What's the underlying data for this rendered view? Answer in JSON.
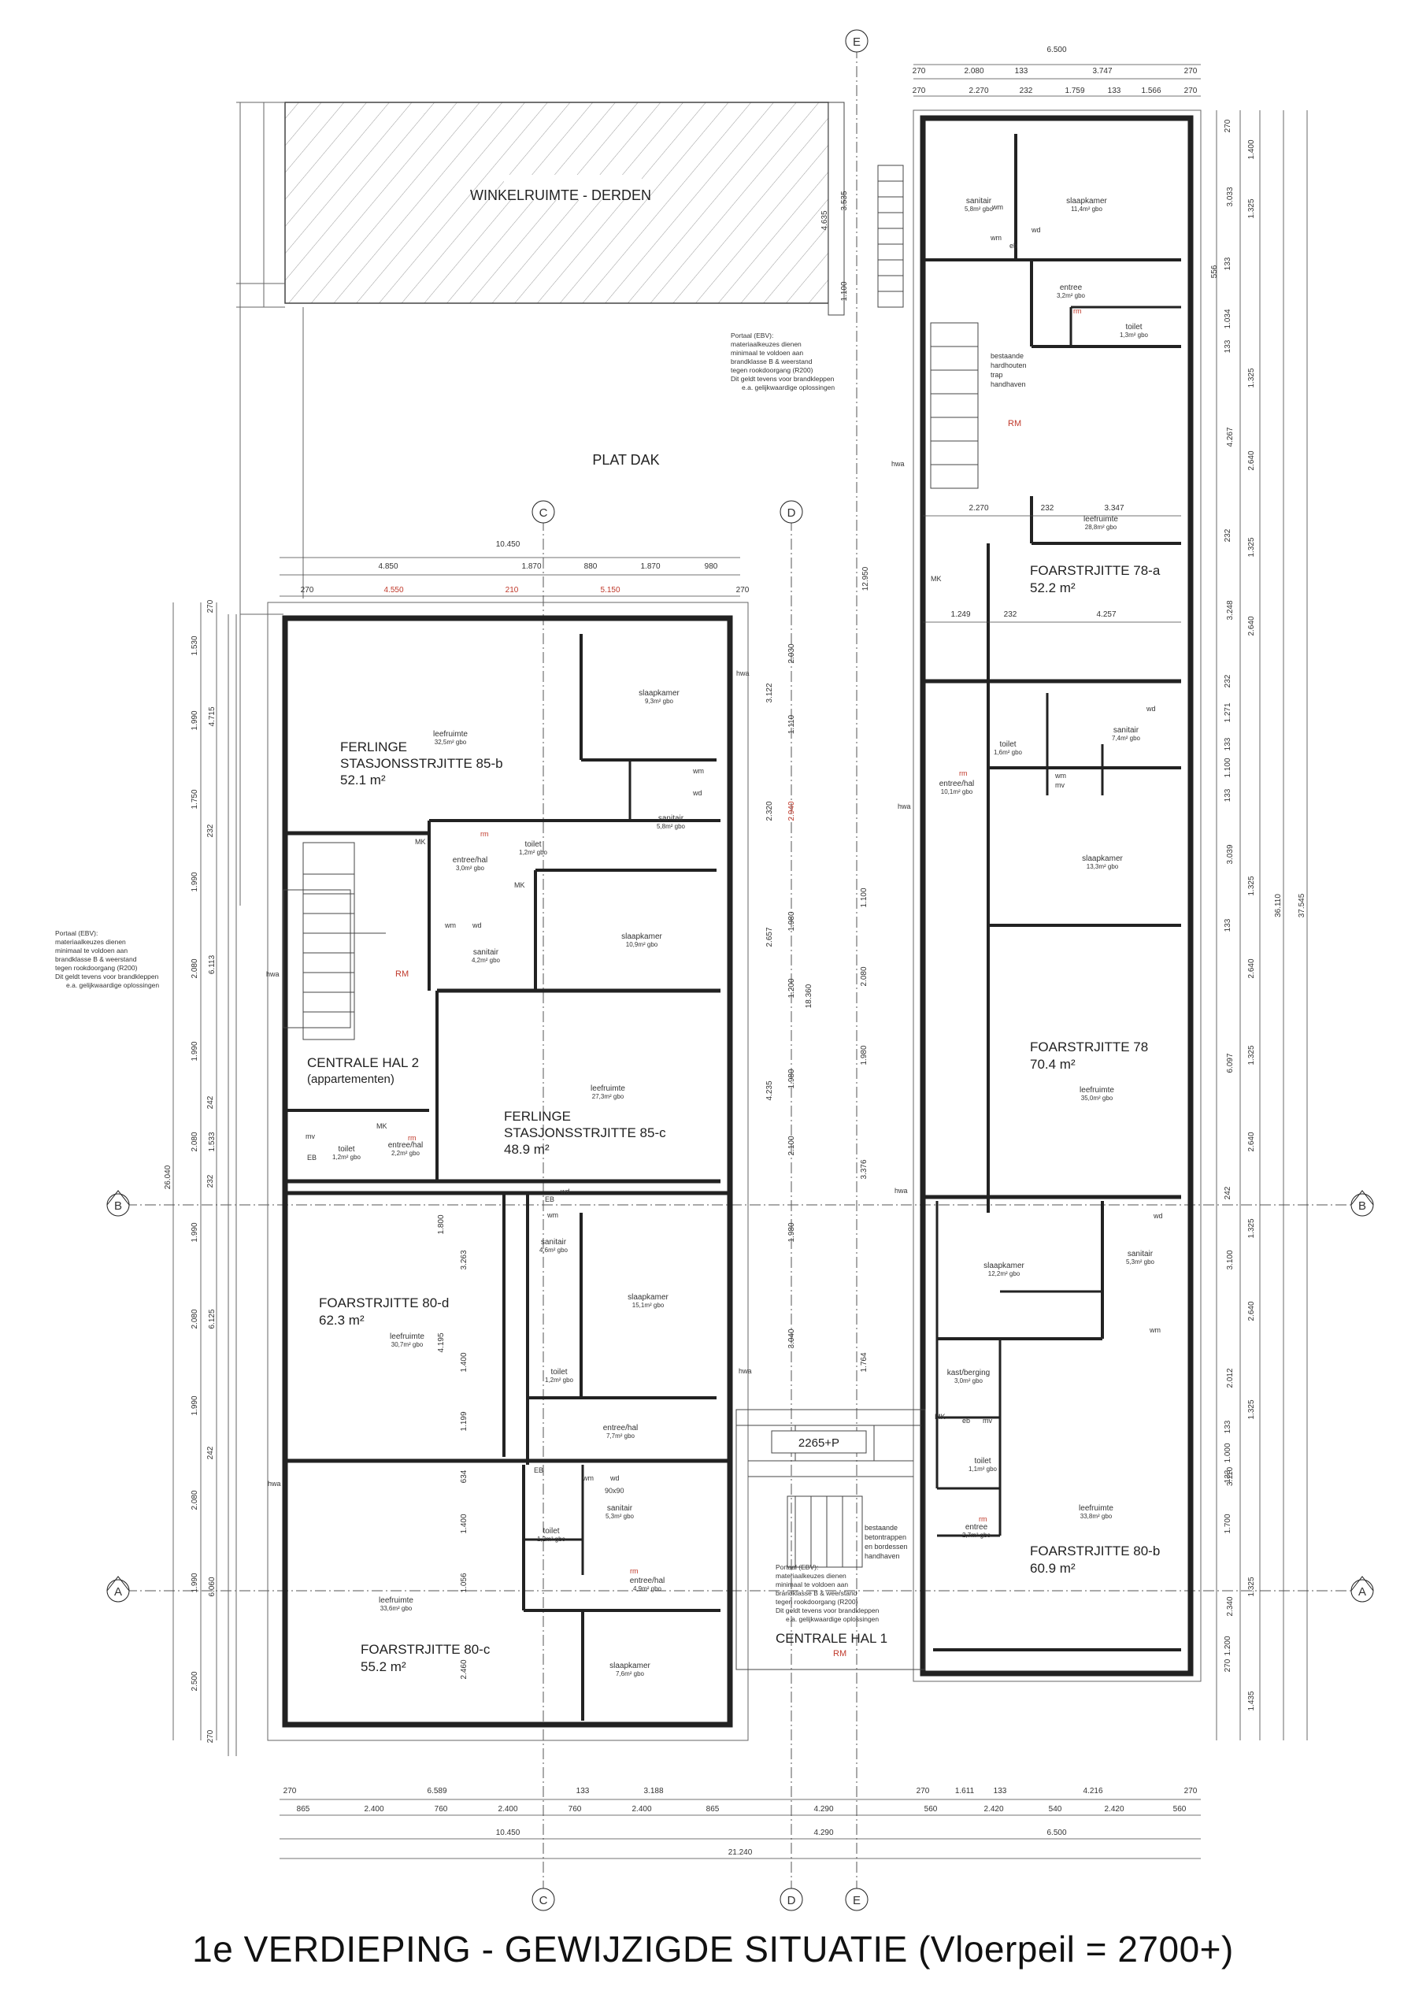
{
  "title": "1e VERDIEPING - GEWIJZIGDE SITUATIE (Vloerpeil = 2700+)",
  "areas": {
    "shop": "WINKELRUIMTE - DERDEN",
    "roof": "PLAT DAK"
  },
  "grid_markers": [
    "C",
    "D",
    "E",
    "B",
    "A"
  ],
  "apartments": [
    {
      "id": "85b",
      "line1": "FERLINGE",
      "line2": "STASJONSSTRJITTE 85-b",
      "area": "52.1 m²"
    },
    {
      "id": "85c",
      "line1": "FERLINGE",
      "line2": "STASJONSSTRJITTE 85-c",
      "area": "48.9 m²"
    },
    {
      "id": "80d",
      "line1": "FOARSTRJITTE 80-d",
      "line2": "",
      "area": "62.3 m²"
    },
    {
      "id": "80c",
      "line1": "FOARSTRJITTE 80-c",
      "line2": "",
      "area": "55.2 m²"
    },
    {
      "id": "78a",
      "line1": "FOARSTRJITTE 78-a",
      "line2": "",
      "area": "52.2 m²"
    },
    {
      "id": "78",
      "line1": "FOARSTRJITTE 78",
      "line2": "",
      "area": "70.4 m²"
    },
    {
      "id": "80b",
      "line1": "FOARSTRJITTE 80-b",
      "line2": "",
      "area": "60.9 m²"
    }
  ],
  "halls": {
    "hal2_line1": "CENTRALE HAL 2",
    "hal2_line2": "(appartementen)",
    "hal1": "CENTRALE HAL 1",
    "level_mark": "2265+P"
  },
  "rooms": [
    {
      "name": "sanitair",
      "area": "5,8m² gbo"
    },
    {
      "name": "slaapkamer",
      "area": "11,4m² gbo"
    },
    {
      "name": "entree",
      "area": "3,2m² gbo"
    },
    {
      "name": "toilet",
      "area": "1,3m² gbo"
    },
    {
      "name": "leefruimte",
      "area": "28,8m² gbo"
    },
    {
      "name": "toilet",
      "area": "1,6m² gbo"
    },
    {
      "name": "sanitair",
      "area": "7,4m² gbo"
    },
    {
      "name": "entree/hal",
      "area": "10,1m² gbo"
    },
    {
      "name": "slaapkamer",
      "area": "13,3m² gbo"
    },
    {
      "name": "leefruimte",
      "area": "35,0m² gbo"
    },
    {
      "name": "slaapkamer",
      "area": "12,2m² gbo"
    },
    {
      "name": "sanitair",
      "area": "5,3m² gbo"
    },
    {
      "name": "kast/berging",
      "area": "3,0m² gbo"
    },
    {
      "name": "toilet",
      "area": "1,1m² gbo"
    },
    {
      "name": "entree",
      "area": "2,7m² gbo"
    },
    {
      "name": "leefruimte",
      "area": "33,8m² gbo"
    },
    {
      "name": "leefruimte",
      "area": "32,5m² gbo"
    },
    {
      "name": "slaapkamer",
      "area": "9,3m² gbo"
    },
    {
      "name": "sanitair",
      "area": "5,8m² gbo"
    },
    {
      "name": "entree/hal",
      "area": "3,0m² gbo"
    },
    {
      "name": "toilet",
      "area": "1,2m² gbo"
    },
    {
      "name": "sanitair",
      "area": "4,2m² gbo"
    },
    {
      "name": "slaapkamer",
      "area": "10,9m² gbo"
    },
    {
      "name": "leefruimte",
      "area": "27,3m² gbo"
    },
    {
      "name": "toilet",
      "area": "1,2m² gbo"
    },
    {
      "name": "entree/hal",
      "area": "2,2m² gbo"
    },
    {
      "name": "sanitair",
      "area": "4,6m² gbo"
    },
    {
      "name": "slaapkamer",
      "area": "15,1m² gbo"
    },
    {
      "name": "leefruimte",
      "area": "30,7m² gbo"
    },
    {
      "name": "toilet",
      "area": "1,2m² gbo"
    },
    {
      "name": "entree/hal",
      "area": "7,7m² gbo"
    },
    {
      "name": "sanitair",
      "area": "5,3m² gbo"
    },
    {
      "name": "toilet",
      "area": "1,2m² gbo"
    },
    {
      "name": "entree/hal",
      "area": "4,9m² gbo"
    },
    {
      "name": "leefruimte",
      "area": "33,6m² gbo"
    },
    {
      "name": "slaapkamer",
      "area": "7,6m² gbo"
    }
  ],
  "notes": {
    "portaal_top": [
      "Portaal (EBV):",
      "materiaalkeuzes dienen",
      "minimaal te voldoen aan",
      "brandklasse B & weerstand",
      "tegen rookdoorgang (R200)",
      "Dit geldt tevens voor brandkleppen",
      "e.a. gelijkwaardige oplossingen"
    ],
    "portaal_left": [
      "Portaal (EBV):",
      "materiaalkeuzes dienen",
      "minimaal te voldoen aan",
      "brandklasse B & weerstand",
      "tegen rookdoorgang (R200)",
      "Dit geldt tevens voor brandkleppen",
      "e.a. gelijkwaardige oplossingen"
    ],
    "portaal_bottom": [
      "Portaal (EBV):",
      "materiaalkeuzes dienen",
      "minimaal te voldoen aan",
      "brandklasse B & weerstand",
      "tegen rookdoorgang (R200)",
      "Dit geldt tevens voor brandkleppen",
      "e.a. gelijkwaardige oplossingen"
    ],
    "stair_top": [
      "bestaande",
      "hardhouten",
      "trap",
      "handhaven"
    ],
    "stair_bottom": [
      "bestaande",
      "betontrappen",
      "en bordessen",
      "handhaven"
    ]
  },
  "symbols": {
    "rm_large": "RM",
    "rm_small": "rm",
    "hwa": "hwa",
    "mk": "MK",
    "eb": "EB",
    "wm": "wm",
    "wd": "wd",
    "mv": "mv",
    "eb_small": "eb",
    "kast": "90x90"
  },
  "dimensions": {
    "top_right_total": "6.500",
    "top_right_row1": [
      "270",
      "2.080",
      "133",
      "3.747",
      "270"
    ],
    "top_right_row2": [
      "270",
      "2.270",
      "232",
      "1.759",
      "133",
      "1.566",
      "270"
    ],
    "left_block_total": "10.450",
    "left_block_row1": [
      "4.850",
      "1.870",
      "880",
      "1.870",
      "980"
    ],
    "left_block_row2": [
      "270",
      "4.550",
      "210",
      "5.150",
      "270"
    ],
    "right_mid_row1": [
      "2.270",
      "232",
      "3.347"
    ],
    "right_mid_row2": [
      "1.249",
      "232",
      "4.257"
    ],
    "bottom_row1": [
      "270",
      "6.589",
      "133",
      "3.188",
      "270",
      "1.611",
      "133",
      "4.216",
      "270"
    ],
    "bottom_row2": [
      "865",
      "2.400",
      "760",
      "2.400",
      "760",
      "2.400",
      "865",
      "4.290",
      "560",
      "2.420",
      "540",
      "2.420",
      "560"
    ],
    "bottom_row3": [
      "10.450",
      "4.290",
      "6.500"
    ],
    "bottom_total": "21.240",
    "left_row1": [
      "270",
      "1.530",
      "1.990",
      "1.750",
      "232",
      "1.990",
      "2.080",
      "1.990",
      "242",
      "2.080",
      "232",
      "1.990",
      "2.080",
      "1.990",
      "242",
      "2.080",
      "1.990",
      "2.500",
      "270"
    ],
    "left_row2": [
      "4.715",
      "6.113",
      "1.533",
      "6.125",
      "6.060"
    ],
    "left_total": "26.040",
    "right_row1": [
      "270",
      "1.400",
      "1.325",
      "133",
      "1.034",
      "133",
      "1.325",
      "2.640",
      "232",
      "1.325",
      "2.640",
      "232",
      "1.271",
      "133",
      "1.100",
      "133",
      "1.325",
      "133",
      "2.640",
      "1.325",
      "2.640",
      "242",
      "1.325",
      "2.640",
      "1.325",
      "133",
      "1.000",
      "133",
      "1.700",
      "1.325",
      "1.200",
      "270",
      "1.435"
    ],
    "right_row2": [
      "3.033",
      "556",
      "4.267",
      "3.248",
      "3.039",
      "6.097",
      "3.100",
      "2.012",
      "3.110",
      "2.340"
    ],
    "right_total1": "36.110",
    "right_total2": "37.545",
    "inner_vertical": [
      "4.635",
      "3.535",
      "1.100",
      "12.950",
      "2.030",
      "1.110",
      "3.122",
      "2.320",
      "2.940",
      "1.980",
      "1.200",
      "18.360",
      "2.657",
      "4.235",
      "1.980",
      "2.100",
      "1.100",
      "2.080",
      "1.980",
      "3.376",
      "1.980",
      "3.040",
      "1.764",
      "1.800",
      "3.263",
      "4.195",
      "1.400",
      "1.199",
      "634",
      "1.400",
      "1.056",
      "2.460"
    ]
  }
}
